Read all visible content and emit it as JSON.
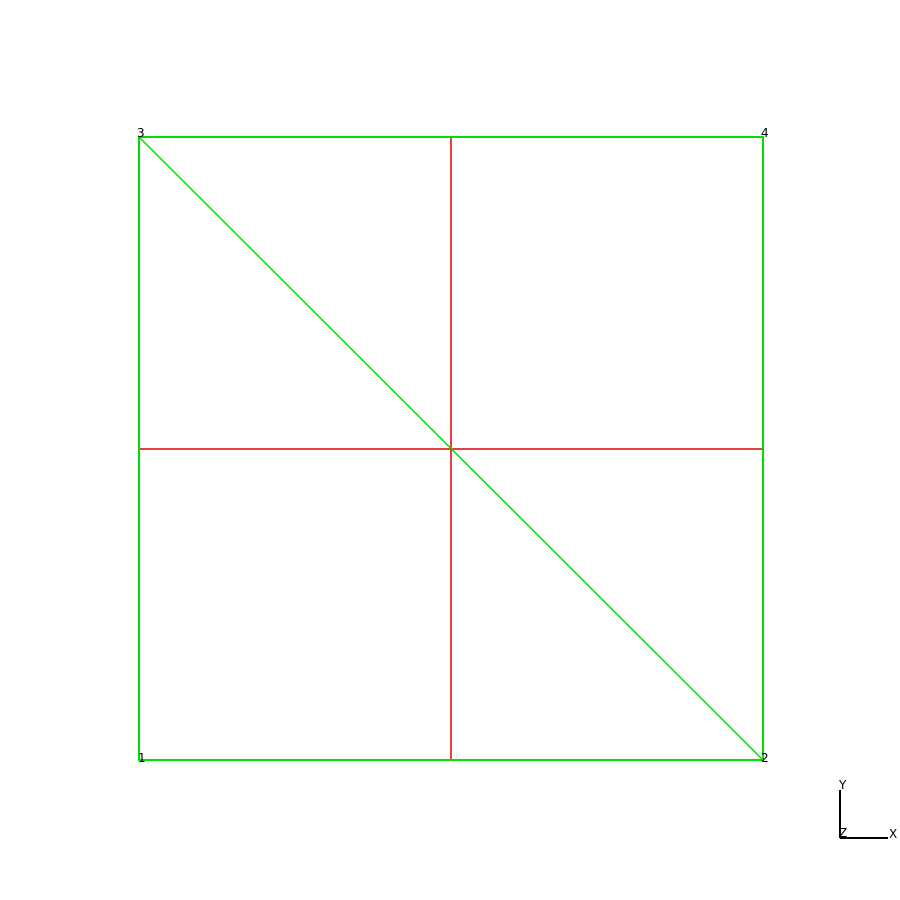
{
  "colors": {
    "background": "#ffffff",
    "element_edge": "#00e000",
    "mesh_edge": "#dd0000",
    "axis": "#000000",
    "label": "#000000"
  },
  "nodes": [
    {
      "id": "1",
      "label": "1"
    },
    {
      "id": "2",
      "label": "2"
    },
    {
      "id": "3",
      "label": "3"
    },
    {
      "id": "4",
      "label": "4"
    }
  ],
  "axes": {
    "x_label": "X",
    "y_label": "Y",
    "z_label": "Z"
  }
}
